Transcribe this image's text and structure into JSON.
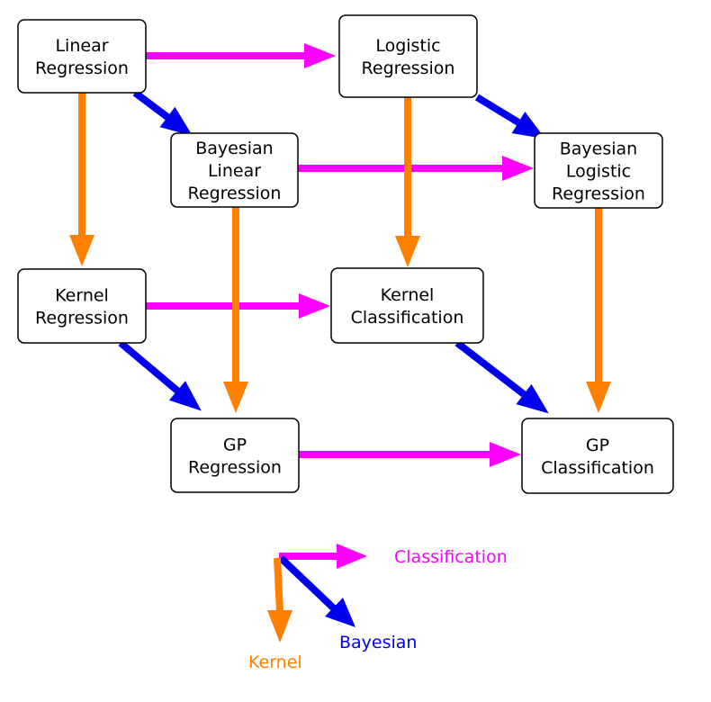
{
  "colors": {
    "classification": "#ff00ff",
    "bayesian": "#0000ee",
    "kernel": "#ff8000",
    "node_border": "#000000",
    "node_fill": "#ffffff"
  },
  "nodes": {
    "linear_regression": {
      "lines": [
        "Linear",
        "Regression"
      ]
    },
    "logistic_regression": {
      "lines": [
        "Logistic",
        "Regression"
      ]
    },
    "bayesian_linear_regression": {
      "lines": [
        "Bayesian",
        "Linear",
        "Regression"
      ]
    },
    "bayesian_logistic_regression": {
      "lines": [
        "Bayesian",
        "Logistic",
        "Regression"
      ]
    },
    "kernel_regression": {
      "lines": [
        "Kernel",
        "Regression"
      ]
    },
    "kernel_classification": {
      "lines": [
        "Kernel",
        "Classification"
      ]
    },
    "gp_regression": {
      "lines": [
        "GP",
        "Regression"
      ]
    },
    "gp_classification": {
      "lines": [
        "GP",
        "Classification"
      ]
    }
  },
  "edges": [
    {
      "from": "linear_regression",
      "to": "logistic_regression",
      "type": "classification"
    },
    {
      "from": "bayesian_linear_regression",
      "to": "bayesian_logistic_regression",
      "type": "classification"
    },
    {
      "from": "kernel_regression",
      "to": "kernel_classification",
      "type": "classification"
    },
    {
      "from": "gp_regression",
      "to": "gp_classification",
      "type": "classification"
    },
    {
      "from": "linear_regression",
      "to": "bayesian_linear_regression",
      "type": "bayesian"
    },
    {
      "from": "logistic_regression",
      "to": "bayesian_logistic_regression",
      "type": "bayesian"
    },
    {
      "from": "kernel_regression",
      "to": "gp_regression",
      "type": "bayesian"
    },
    {
      "from": "kernel_classification",
      "to": "gp_classification",
      "type": "bayesian"
    },
    {
      "from": "linear_regression",
      "to": "kernel_regression",
      "type": "kernel"
    },
    {
      "from": "logistic_regression",
      "to": "kernel_classification",
      "type": "kernel"
    },
    {
      "from": "bayesian_linear_regression",
      "to": "gp_regression",
      "type": "kernel"
    },
    {
      "from": "bayesian_logistic_regression",
      "to": "gp_classification",
      "type": "kernel"
    }
  ],
  "legend": {
    "classification": "Classification",
    "bayesian": "Bayesian",
    "kernel": "Kernel"
  }
}
